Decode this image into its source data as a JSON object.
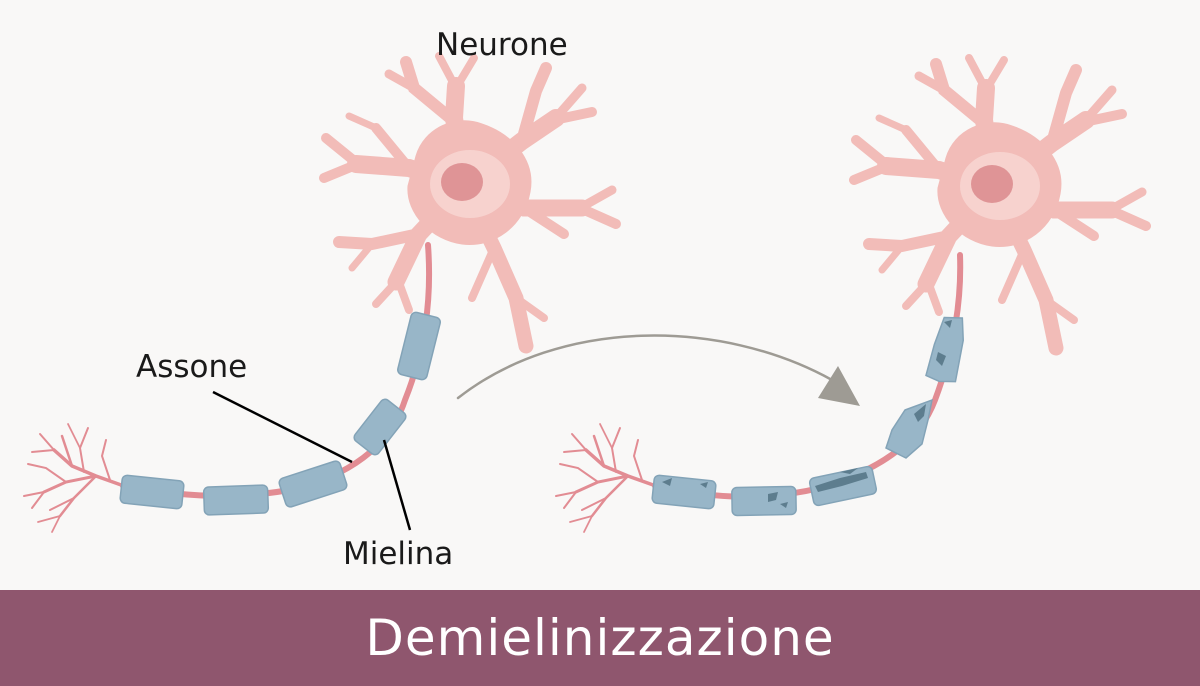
{
  "labels": {
    "neurone": "Neurone",
    "assone": "Assone",
    "mielina": "Mielina"
  },
  "banner": {
    "title": "Demielinizzazione"
  },
  "colors": {
    "background": "#f9f8f7",
    "banner": "#8f566e",
    "neuron_body": "#f2bcb8",
    "neuron_inner": "#f7d2ce",
    "nucleus": "#df9496",
    "axon": "#e28c93",
    "myelin": "#98b6c8",
    "myelin_edge": "#83a3b7",
    "damage": "#5d7d8e",
    "arrow": "#9e9b94",
    "leader_line": "#000000"
  },
  "icons": {
    "healthy_neuron": "neuron-healthy-icon",
    "damaged_neuron": "neuron-demyelinated-icon",
    "transition_arrow": "curved-arrow-icon"
  }
}
